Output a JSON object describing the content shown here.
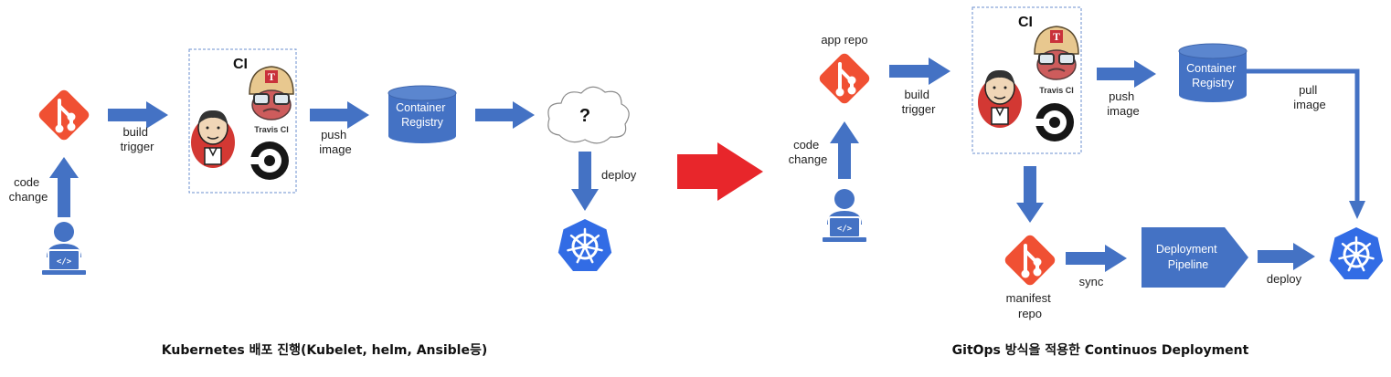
{
  "colors": {
    "accent_blue": "#4472c4",
    "git_orange": "#f05033",
    "transition_red": "#e8262b",
    "k8s_blue": "#326ce5"
  },
  "left": {
    "code_change": "code\nchange",
    "build_trigger": "build\ntrigger",
    "ci_title": "CI",
    "travis_label": "Travis CI",
    "push_image": "push\nimage",
    "registry": "Container\nRegistry",
    "cloud_mark": "?",
    "deploy": "deploy",
    "caption": "Kubernetes 배포 진행(Kubelet, helm, Ansible등)"
  },
  "right": {
    "app_repo": "app repo",
    "code_change": "code\nchange",
    "build_trigger": "build\ntrigger",
    "ci_title": "CI",
    "travis_label": "Travis CI",
    "push_image": "push\nimage",
    "registry": "Container\nRegistry",
    "pull_image": "pull\nimage",
    "manifest_repo": "manifest\nrepo",
    "sync": "sync",
    "pipeline": "Deployment\nPipeline",
    "deploy": "deploy",
    "caption": "GitOps 방식을 적용한 Continuos Deployment"
  },
  "icons": {
    "git": "git-icon",
    "developer": "developer-laptop-icon",
    "jenkins": "jenkins-icon",
    "travis": "travis-ci-icon",
    "circleci": "circleci-icon",
    "kubernetes": "kubernetes-icon",
    "cloud": "cloud-icon"
  }
}
